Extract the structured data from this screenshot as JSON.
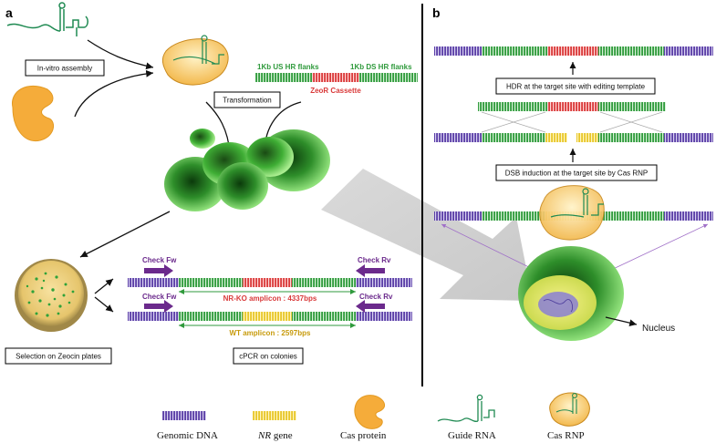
{
  "panels": {
    "a": "a",
    "b": "b"
  },
  "colors": {
    "genomic": "#5b3fa6",
    "nr": "#e8c62a",
    "flank": "#2f9a3c",
    "zeor": "#d93a3a",
    "cas": "#f5ac3a",
    "rna": "#1f8a52",
    "arrow_primer": "#6b2a8c",
    "label_green": "#2f9a3c",
    "label_red": "#d93a3a",
    "label_purple": "#6b2a8c",
    "label_yellow": "#c79a0a"
  },
  "panel_a": {
    "in_vitro": "In-vitro assembly",
    "transformation": "Transformation",
    "us_flank": "1Kb US HR flanks",
    "ds_flank": "1Kb DS HR flanks",
    "zeor": "ZeoR Cassette",
    "selection": "Selection on Zeocin plates",
    "cpcr": "cPCR on colonies",
    "check_fw_1": "Check Fw",
    "check_rv_1": "Check Rv",
    "check_fw_2": "Check Fw",
    "check_rv_2": "Check Rv",
    "nrko_amplicon": "NR-KO amplicon : 4337bps",
    "wt_amplicon": "WT amplicon : 2597bps"
  },
  "panel_b": {
    "hdr": "HDR at the target site with editing template",
    "dsb": "DSB induction at the target site by Cas RNP",
    "nucleus": "Nucleus"
  },
  "legend": {
    "genomic": "Genomic DNA",
    "nr_italic": "NR",
    "nr_rest": " gene",
    "cas": "Cas protein",
    "rna": "Guide RNA",
    "rnp": "Cas RNP"
  }
}
